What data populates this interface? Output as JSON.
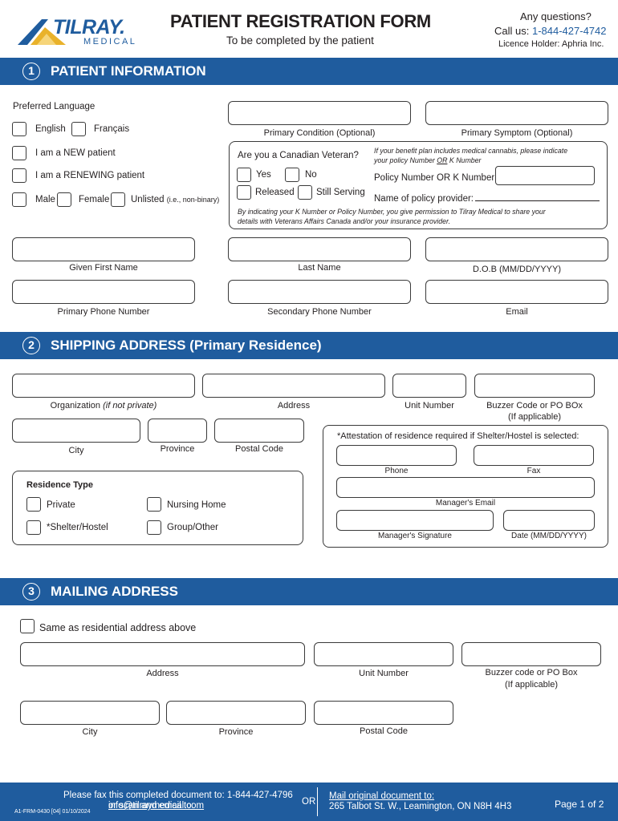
{
  "header": {
    "logo_word": "TILRAY.",
    "logo_sub": "MEDICAL",
    "title": "PATIENT REGISTRATION FORM",
    "subtitle": "To be completed by the patient",
    "questions": "Any questions?",
    "call_prefix": "Call us: ",
    "phone": "1-844-427-4742",
    "licence": "Licence Holder: Aphria Inc."
  },
  "section1": {
    "number": "1",
    "title": "PATIENT INFORMATION",
    "preferred_language": "Preferred Language",
    "english": "English",
    "francais": "Français",
    "new_patient": "I am a NEW patient",
    "renewing_patient": "I am a RENEWING patient",
    "male": "Male",
    "female": "Female",
    "unlisted": "Unlisted",
    "unlisted_note": "(i.e., non-binary)",
    "primary_condition": "Primary Condition (Optional)",
    "primary_symptom": "Primary Symptom (Optional)",
    "veteran_q": "Are you a Canadian Veteran?",
    "yes": "Yes",
    "no": "No",
    "released": "Released",
    "still_serving": "Still Serving",
    "benefit_note_1": "If your benefit plan includes medical cannabis, please indicate",
    "benefit_note_2a": "your policy Number ",
    "benefit_note_2b": "OR",
    "benefit_note_2c": " K Number",
    "policy_number": "Policy Number OR K Number",
    "policy_provider": "Name of policy provider:",
    "permission_1": "By indicating your K Number or Policy Number, you give permission to Tilray Medical to share your",
    "permission_2": "details with Veterans Affairs Canada and/or your insurance provider.",
    "given_first_name": "Given First Name",
    "last_name": "Last Name",
    "dob": "D.O.B (MM/DD/YYYY)",
    "primary_phone": "Primary Phone Number",
    "secondary_phone": "Secondary Phone Number",
    "email": "Email"
  },
  "section2": {
    "number": "2",
    "title": "SHIPPING ADDRESS (Primary Residence)",
    "organization": "Organization ",
    "organization_note": "(if not private)",
    "address": "Address",
    "unit_number": "Unit Number",
    "buzzer_1": "Buzzer Code or PO BOx",
    "buzzer_2": "(If applicable)",
    "city": "City",
    "province": "Province",
    "postal_code": "Postal Code",
    "attestation": "*Attestation of residence required if Shelter/Hostel is selected:",
    "phone": "Phone",
    "fax": "Fax",
    "managers_email": "Manager's Email",
    "managers_signature": "Manager's Signature",
    "date": "Date (MM/DD/YYYY)",
    "residence_type": "Residence Type",
    "private": "Private",
    "nursing_home": "Nursing Home",
    "shelter": "*Shelter/Hostel",
    "group_other": "Group/Other"
  },
  "section3": {
    "number": "3",
    "title": "MAILING ADDRESS",
    "same_as": "Same as residential address above",
    "address": "Address",
    "unit_number": "Unit Number",
    "buzzer_1": "Buzzer code or PO Box",
    "buzzer_2": "(If applicable)",
    "city": "City",
    "province": "Province",
    "postal_code": "Postal Code"
  },
  "footer": {
    "fax_line": "Please fax this completed document to: 1-844-427-4796",
    "email_prefix": "or scan and email to: ",
    "email": "info@tilraymedical.com",
    "or": "OR",
    "mail_label": "Mail original document to:",
    "mail_address": "265 Talbot St. W., Leamington, ON N8H 4H3",
    "page": "Page 1 of 2",
    "form_code": "A1-FRM-0430 [04] 01/10/2024"
  },
  "colors": {
    "brand_blue": "#1f5c9e",
    "logo_gold": "#e9b22b"
  }
}
